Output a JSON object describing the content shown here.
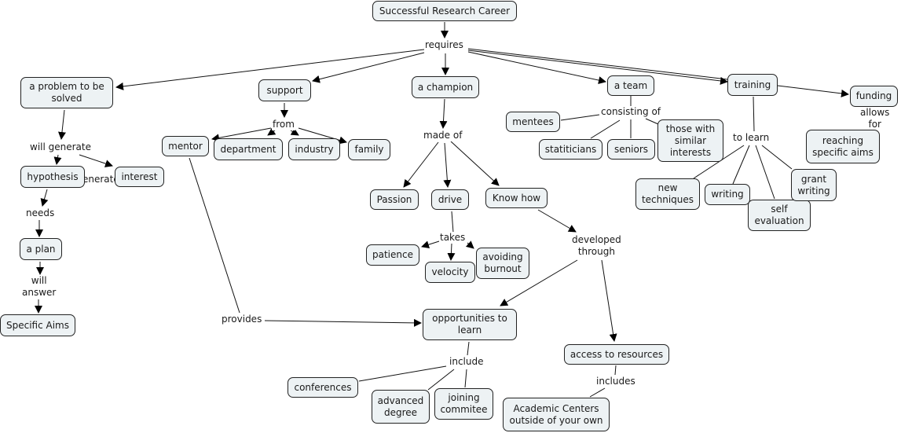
{
  "map": {
    "nodes": {
      "root": "Successful Research Career",
      "problem": "a problem to be\nsolved",
      "support": "support",
      "champion": "a champion",
      "team": "a team",
      "training": "training",
      "funding": "funding",
      "hypothesis": "hypothesis",
      "interest": "interest",
      "plan": "a plan",
      "specific_aims": "Specific Aims",
      "mentor": "mentor",
      "department": "department",
      "industry": "industry",
      "family": "family",
      "mentees": "mentees",
      "statisticians": "statiticians",
      "seniors": "seniors",
      "similar": "those with\nsimilar\ninterests",
      "reaching": "reaching\nspecific aims",
      "new_techniques": "new\ntechniques",
      "writing": "writing",
      "self_eval": "self\nevaluation",
      "grant_writing": "grant\nwriting",
      "passion": "Passion",
      "drive": "drive",
      "know_how": "Know how",
      "patience": "patience",
      "velocity": "velocity",
      "avoiding": "avoiding\nburnout",
      "opportunities": "opportunities to\nlearn",
      "access": "access to resources",
      "conferences": "conferences",
      "advanced": "advanced\ndegree",
      "joining": "joining\ncommitee",
      "academic": "Academic Centers\noutside of your own"
    },
    "links": {
      "requires": "requires",
      "will_generate": "will generate",
      "generate_overlap": "enerate",
      "needs": "needs",
      "will_answer": "will\nanswer",
      "from": "from",
      "provides": "provides",
      "made_of": "made of",
      "takes": "takes",
      "developed_through": "developed\nthrough",
      "include": "include",
      "includes": "includes",
      "consisting_of": "consisting of",
      "to_learn": "to learn",
      "allows_for": "allows\nfor"
    }
  }
}
